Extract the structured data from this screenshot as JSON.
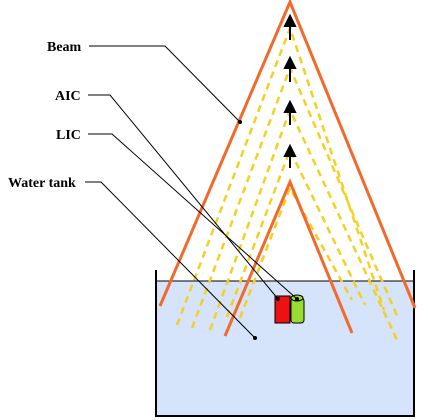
{
  "labels": {
    "beam": "Beam",
    "aic": "AIC",
    "lic": "LIC",
    "water_tank": "Water tank"
  },
  "colors": {
    "beam_edge": "#f26a2a",
    "beam_inner": "#f5d020",
    "water": "#d5e3fb",
    "aic_chamber": "#ee1111",
    "lic_chamber": "#99dd33",
    "outline": "#000000"
  }
}
